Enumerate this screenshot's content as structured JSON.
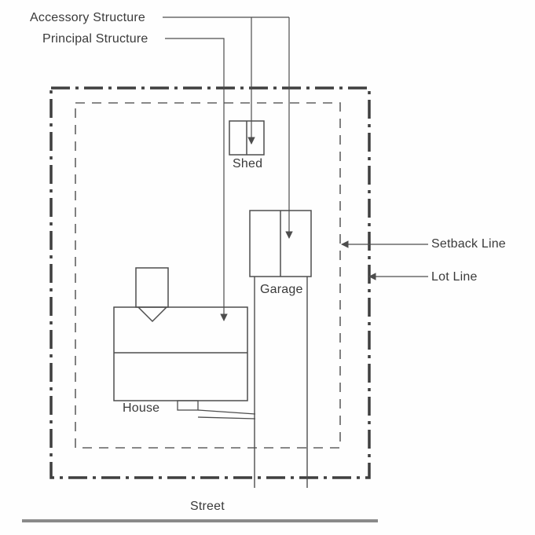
{
  "diagram": {
    "type": "zoning-site-plan",
    "labels": {
      "accessory_structure": "Accessory Structure",
      "principal_structure": "Principal Structure",
      "shed": "Shed",
      "garage": "Garage",
      "house": "House",
      "setback_line": "Setback Line",
      "lot_line": "Lot Line",
      "street": "Street"
    },
    "colors": {
      "lot_line": "#3f3f3f",
      "setback_line": "#606060",
      "building_outline": "#4d4d4d",
      "leader_line": "#4d4d4d",
      "street_edge": "#8a8a8a",
      "text": "#3a3a3a"
    }
  }
}
